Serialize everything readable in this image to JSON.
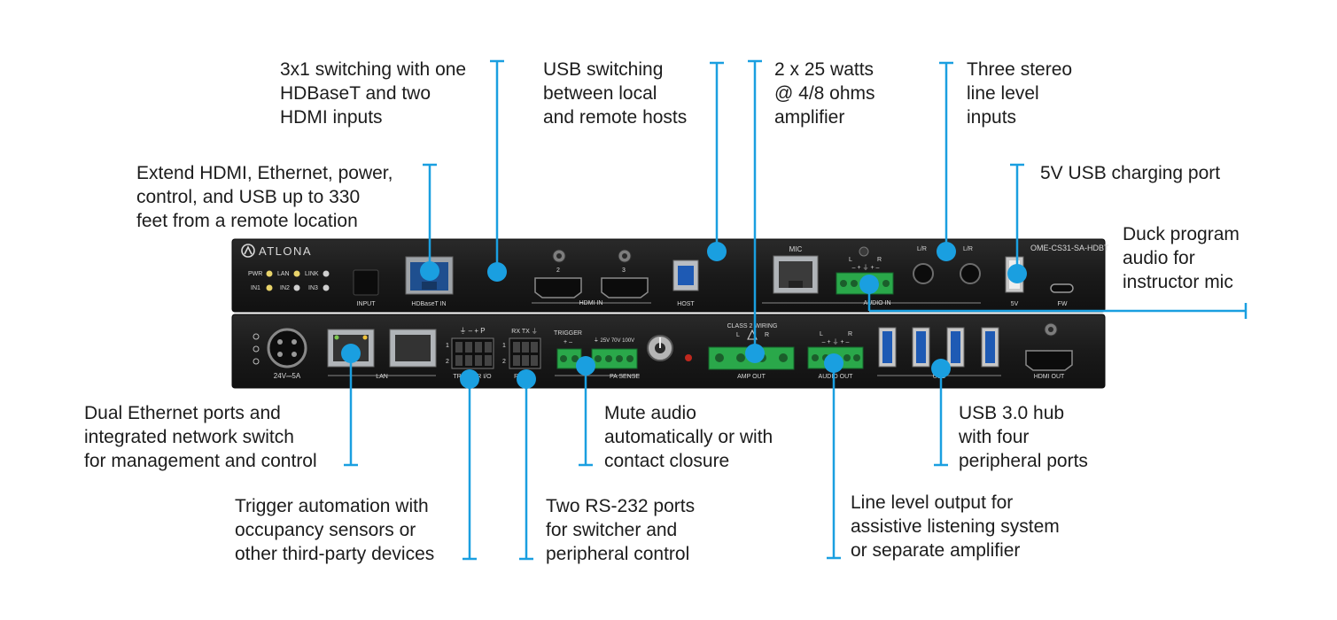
{
  "colors": {
    "accent": "#1a9fe0",
    "chassis": "#1b1b1b",
    "panel_text": "#d9d9d9",
    "text": "#1c1c1c"
  },
  "device": {
    "brand": "ATLONA",
    "model": "OME-CS31-SA-HDBT",
    "top_panel": {
      "led_labels": [
        "PWR",
        "LAN",
        "LINK",
        "IN1",
        "IN2",
        "IN3"
      ],
      "input_button": "INPUT",
      "hdbaset_in": "HDBaseT IN",
      "hdmi_numbers": [
        "2",
        "3"
      ],
      "hdmi_in": "HDMI IN",
      "host": "HOST",
      "mic": "MIC",
      "audio_in_channels": [
        "L",
        "R"
      ],
      "audio_in_signs": "– + ⏚ + –",
      "lr_labels": [
        "L/R",
        "L/R"
      ],
      "audio_in": "AUDIO IN",
      "usb_5v": "5V",
      "fw": "FW"
    },
    "bottom_panel": {
      "power": "24V⎓5A",
      "lan": "LAN",
      "trigger_io_signs": "⏚ – + P",
      "trigger_io_rows": [
        "1",
        "2"
      ],
      "trigger_io": "TRIGGER I/O",
      "rs232_signs": "RX TX ⏚",
      "rs232_rows": [
        "1",
        "2"
      ],
      "rs232": "RS-232",
      "trigger": "TRIGGER",
      "trigger_signs": "+ –",
      "pa_sense_voltages": "⏚ 25V 70V 100V",
      "pa_sense": "PA SENSE",
      "class2": "CLASS 2 WIRING",
      "amp_channels": [
        "L",
        "R"
      ],
      "amp_out": "AMP OUT",
      "audio_out_channels": [
        "L",
        "R"
      ],
      "audio_out_signs": "– + ⏚ + –",
      "audio_out": "AUDIO OUT",
      "usb_label": "USB",
      "hdmi_out": "HDMI OUT"
    }
  },
  "callouts": {
    "switching": [
      "3x1 switching with one",
      "HDBaseT and two",
      "HDMI inputs"
    ],
    "usb_switching": [
      "USB switching",
      "between local",
      "and remote hosts"
    ],
    "amplifier": [
      "2 x 25 watts",
      "@ 4/8 ohms",
      "amplifier"
    ],
    "stereo_inputs": [
      "Three stereo",
      "line level",
      "inputs"
    ],
    "extend": [
      "Extend HDMI, Ethernet, power,",
      "control, and USB up to 330",
      "feet from a remote location"
    ],
    "charging": [
      "5V USB charging port"
    ],
    "duck": [
      "Duck program",
      "audio for",
      "instructor mic"
    ],
    "ethernet": [
      "Dual Ethernet ports and",
      "integrated network switch",
      "for management and control"
    ],
    "mute": [
      "Mute audio",
      "automatically or with",
      "contact closure"
    ],
    "usb_hub": [
      "USB 3.0 hub",
      "with four",
      "peripheral ports"
    ],
    "trigger_auto": [
      "Trigger automation with",
      "occupancy sensors or",
      "other third-party devices"
    ],
    "rs232_ports": [
      "Two RS-232 ports",
      "for switcher and",
      "peripheral control"
    ],
    "line_out": [
      "Line level output for",
      "assistive listening system",
      "or separate amplifier"
    ]
  }
}
